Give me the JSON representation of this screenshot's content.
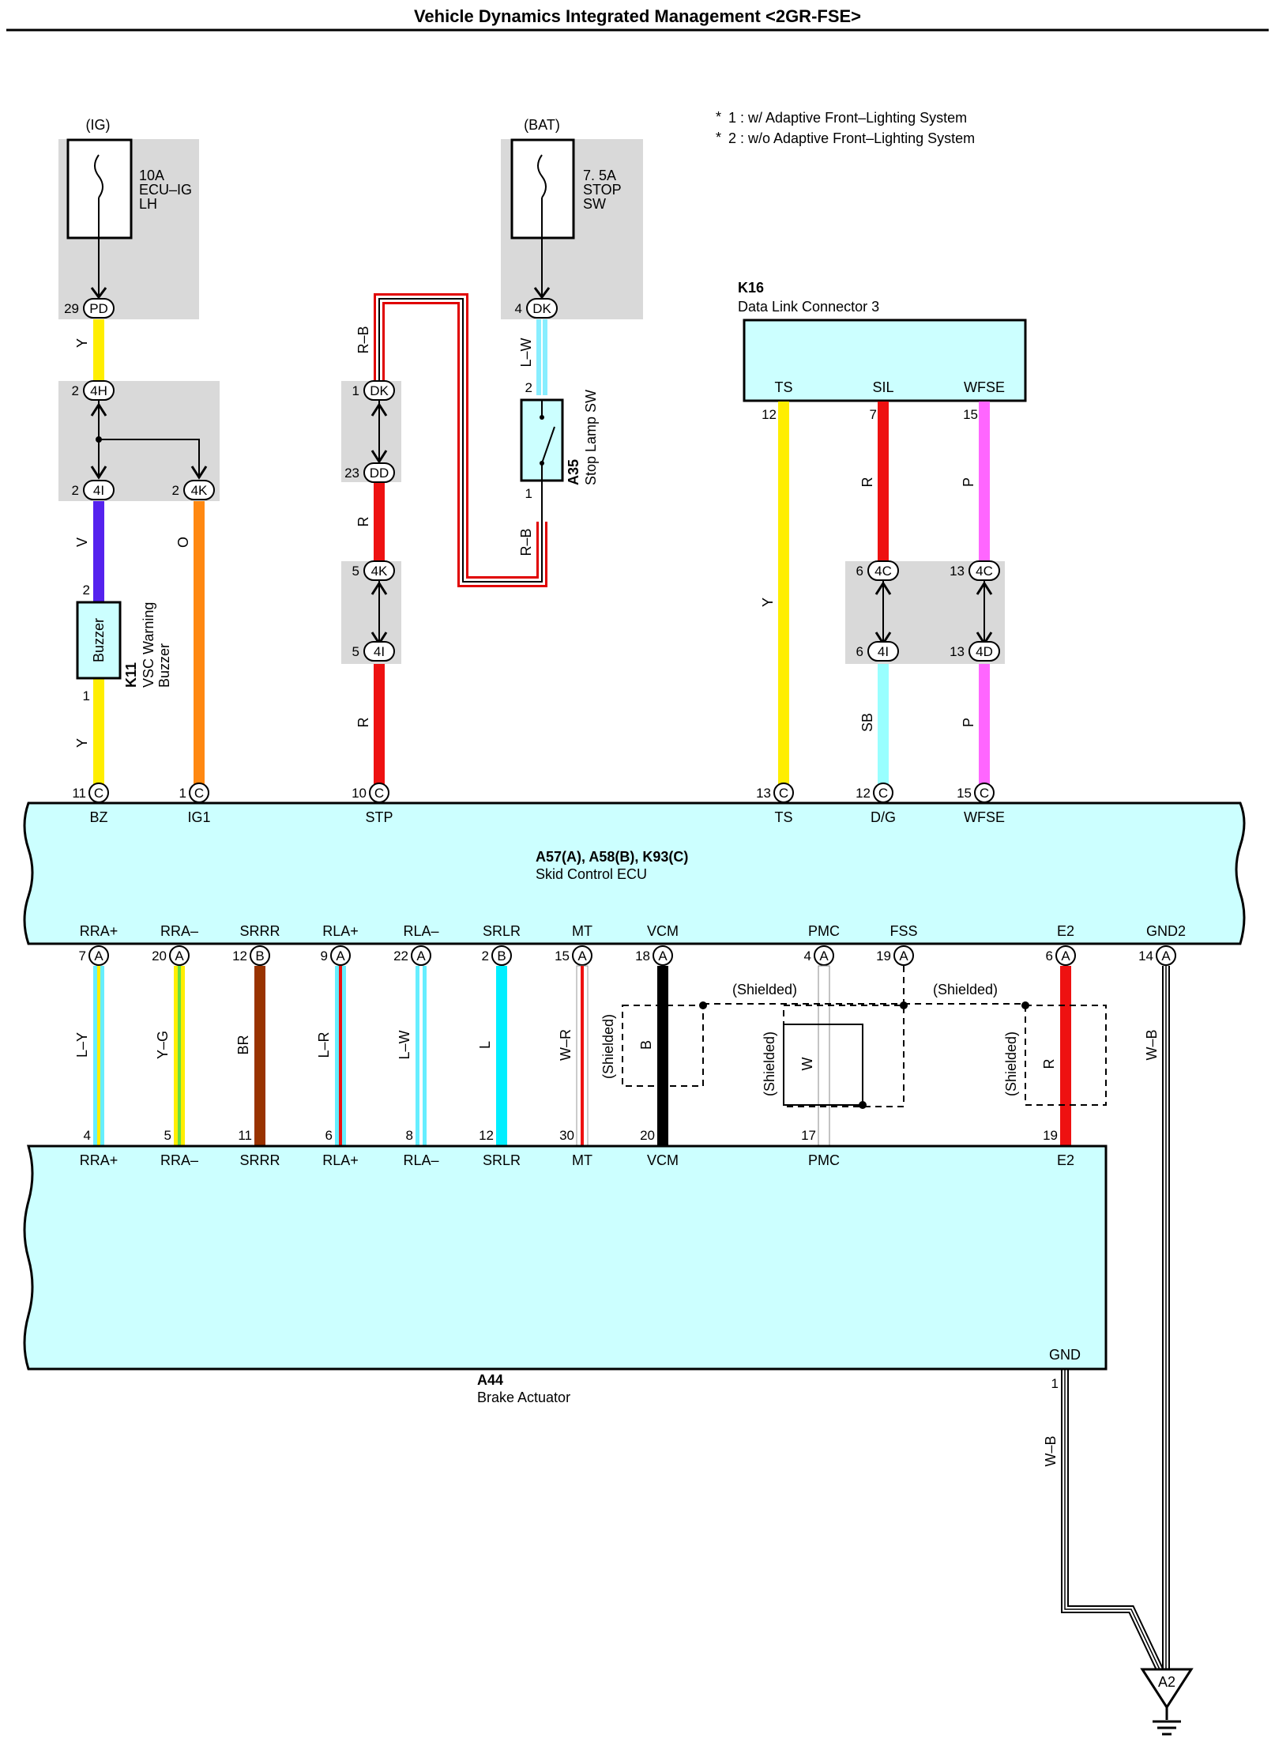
{
  "title": "Vehicle Dynamics Integrated Management <2GR-FSE>",
  "notes": {
    "n1": "1 : w/ Adaptive Front–Lighting System",
    "n2": "2 : w/o Adaptive Front–Lighting System",
    "star": "*"
  },
  "fuses": {
    "ig": {
      "source": "(IG)",
      "l1": "10A",
      "l2": "ECU–IG",
      "l3": "LH",
      "pin": "29",
      "conn": "PD"
    },
    "bat": {
      "source": "(BAT)",
      "l1": "7. 5A",
      "l2": "STOP",
      "l3": "SW",
      "pin": "4",
      "conn": "DK"
    }
  },
  "dlc": {
    "code": "K16",
    "name": "Data Link Connector 3",
    "ts": "TS",
    "sil": "SIL",
    "wfse": "WFSE",
    "p_ts": "12",
    "p_sil": "7",
    "p_wfse": "15"
  },
  "buzzer": {
    "code": "K11",
    "name1": "VSC Warning",
    "name2": "Buzzer",
    "label": "Buzzer",
    "p2": "2",
    "p1": "1"
  },
  "stopsw": {
    "code": "A35",
    "name": "Stop Lamp SW",
    "p2": "2",
    "p1": "1"
  },
  "junctions": {
    "j4h": {
      "pin": "2",
      "conn": "4H"
    },
    "j4i_a": {
      "pin": "2",
      "conn": "4I"
    },
    "j4k_a": {
      "pin": "2",
      "conn": "4K"
    },
    "jdk": {
      "pin": "1",
      "conn": "DK"
    },
    "jdd": {
      "pin": "23",
      "conn": "DD"
    },
    "j4k_b": {
      "pin": "5",
      "conn": "4K"
    },
    "j4i_b": {
      "pin": "5",
      "conn": "4I"
    },
    "j4c_a": {
      "pin": "6",
      "conn": "4C"
    },
    "j4c_b": {
      "pin": "13",
      "conn": "4C"
    },
    "j4i_c": {
      "pin": "6",
      "conn": "4I"
    },
    "j4d": {
      "pin": "13",
      "conn": "4D"
    }
  },
  "wire_colors": {
    "y1": "Y",
    "v": "V",
    "y2": "Y",
    "o": "O",
    "rb1": "R–B",
    "lw1": "L–W",
    "rb2": "R–B",
    "r1": "R",
    "r2": "R",
    "y3": "Y",
    "r3": "R",
    "p1": "P",
    "sb": "SB",
    "p2": "P",
    "ly": "L–Y",
    "yg": "Y–G",
    "br": "BR",
    "lr": "L–R",
    "lw2": "L–W",
    "l": "L",
    "wr": "W–R",
    "b": "B",
    "w": "W",
    "r4": "R",
    "wb1": "W–B",
    "wb2": "W–B"
  },
  "ecu": {
    "codes": "A57(A), A58(B), K93(C)",
    "name": "Skid Control ECU",
    "top_pins": [
      {
        "pin": "11",
        "conn": "C",
        "label": "BZ"
      },
      {
        "pin": "1",
        "conn": "C",
        "label": "IG1"
      },
      {
        "pin": "10",
        "conn": "C",
        "label": "STP"
      },
      {
        "pin": "13",
        "conn": "C",
        "label": "TS"
      },
      {
        "pin": "12",
        "conn": "C",
        "label": "D/G"
      },
      {
        "pin": "15",
        "conn": "C",
        "label": "WFSE"
      }
    ],
    "bottom_pins": [
      {
        "pin": "7",
        "conn": "A",
        "label": "RRA+"
      },
      {
        "pin": "20",
        "conn": "A",
        "label": "RRA–"
      },
      {
        "pin": "12",
        "conn": "B",
        "label": "SRRR"
      },
      {
        "pin": "9",
        "conn": "A",
        "label": "RLA+"
      },
      {
        "pin": "22",
        "conn": "A",
        "label": "RLA–"
      },
      {
        "pin": "2",
        "conn": "B",
        "label": "SRLR"
      },
      {
        "pin": "15",
        "conn": "A",
        "label": "MT"
      },
      {
        "pin": "18",
        "conn": "A",
        "label": "VCM"
      },
      {
        "pin": "4",
        "conn": "A",
        "label": "PMC"
      },
      {
        "pin": "19",
        "conn": "A",
        "label": "FSS"
      },
      {
        "pin": "6",
        "conn": "A",
        "label": "E2"
      },
      {
        "pin": "14",
        "conn": "A",
        "label": "GND2"
      }
    ]
  },
  "actuator": {
    "code": "A44",
    "name": "Brake Actuator",
    "gnd": "GND",
    "gnd_pin": "1",
    "pins": [
      {
        "pin": "4",
        "label": "RRA+"
      },
      {
        "pin": "5",
        "label": "RRA–"
      },
      {
        "pin": "11",
        "label": "SRRR"
      },
      {
        "pin": "6",
        "label": "RLA+"
      },
      {
        "pin": "8",
        "label": "RLA–"
      },
      {
        "pin": "12",
        "label": "SRLR"
      },
      {
        "pin": "30",
        "label": "MT"
      },
      {
        "pin": "20",
        "label": "VCM"
      },
      {
        "pin": "17",
        "label": "PMC"
      },
      {
        "pin": "19",
        "label": "E2"
      }
    ]
  },
  "shielded": "(Shielded)",
  "ground": "A2"
}
